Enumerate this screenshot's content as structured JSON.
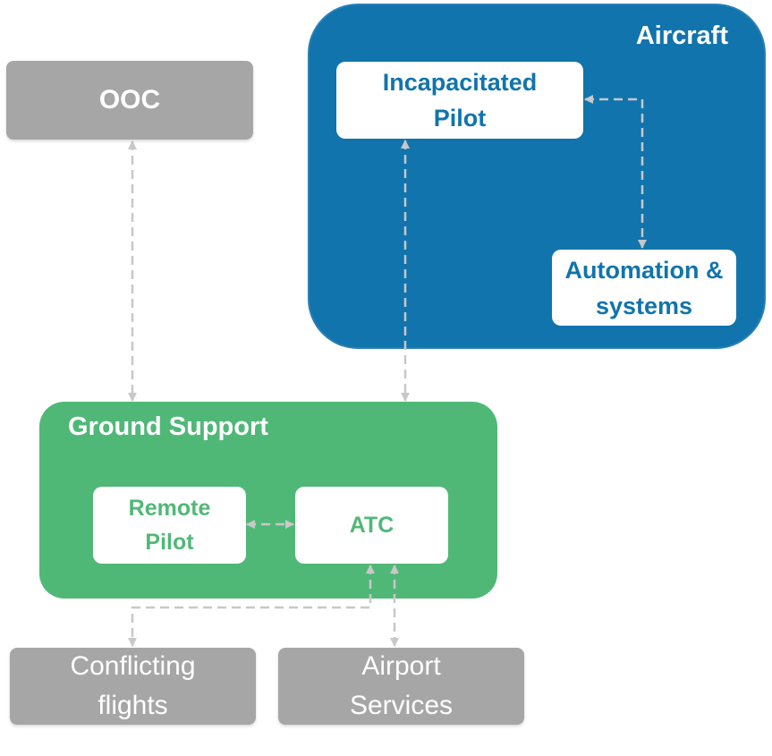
{
  "colors": {
    "aircraft_group": "#1174ac",
    "ground_group": "#50b877",
    "external_node": "#a6a6a6",
    "connector": "#c8c8c8"
  },
  "groups": {
    "aircraft": {
      "title": "Aircraft"
    },
    "ground_support": {
      "title": "Ground Support"
    }
  },
  "nodes": {
    "ooc": {
      "label": "OOC"
    },
    "incapacitated_pilot": {
      "label": "Incapacitated Pilot"
    },
    "automation_systems": {
      "label": "Automation & systems"
    },
    "remote_pilot": {
      "label": "Remote Pilot"
    },
    "atc": {
      "label": "ATC"
    },
    "conflicting_flights": {
      "label": "Conflicting flights"
    },
    "airport_services": {
      "label": "Airport Services"
    }
  },
  "connectors": [
    {
      "from": "ooc",
      "to": "ground_support",
      "bidirectional": true,
      "style": "dashed"
    },
    {
      "from": "incapacitated_pilot",
      "to": "ground_support",
      "bidirectional": true,
      "style": "dashed"
    },
    {
      "from": "incapacitated_pilot",
      "to": "automation_systems",
      "bidirectional": true,
      "style": "dashed"
    },
    {
      "from": "remote_pilot",
      "to": "atc",
      "bidirectional": true,
      "style": "dashed"
    },
    {
      "from": "atc",
      "to": "conflicting_flights",
      "bidirectional": true,
      "style": "dashed"
    },
    {
      "from": "atc",
      "to": "airport_services",
      "bidirectional": true,
      "style": "dashed"
    }
  ]
}
